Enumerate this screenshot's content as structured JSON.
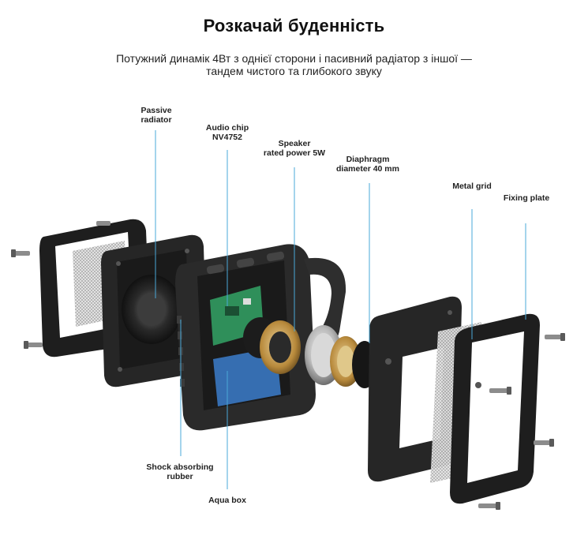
{
  "header": {
    "title": "Розкачай буденність",
    "subtitle_line1": "Потужний динамік 4Вт з однієї сторони і пасивний радіатор з іншої —",
    "subtitle_line2": "тандем чистого та глибокого звуку"
  },
  "labels": {
    "passive_radiator": [
      "Passive",
      "radiator"
    ],
    "audio_chip": [
      "Audio chip",
      "NV4752"
    ],
    "speaker": [
      "Speaker",
      "rated power 5W"
    ],
    "diaphragm": [
      "Diaphragm",
      "diameter 40 mm"
    ],
    "metal_grid": [
      "Metal grid"
    ],
    "fixing_plate": [
      "Fixing plate"
    ],
    "shock_absorbing": [
      "Shock absorbing",
      "rubber"
    ],
    "aqua_box": [
      "Aqua box"
    ]
  },
  "colors": {
    "leader_line": "#4aa8d8",
    "housing": "#2a2a2a",
    "housing_edge": "#444444",
    "pcb": "#2f8f5a",
    "copper": "#b88a3c",
    "blue_accent": "#3a78c2"
  }
}
